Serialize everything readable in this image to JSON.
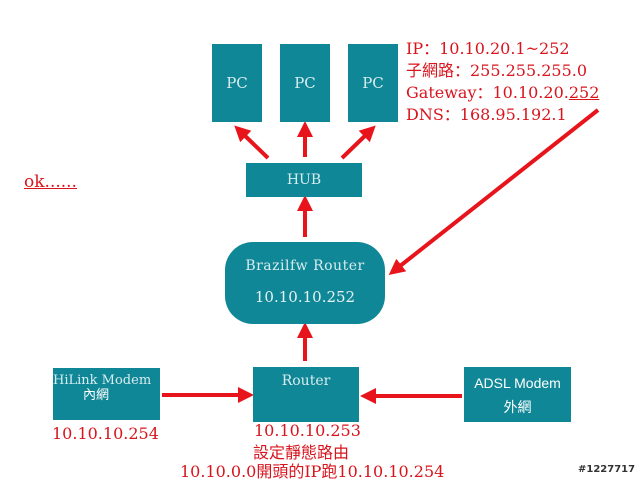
{
  "pcs": [
    "PC",
    "PC",
    "PC"
  ],
  "hub": "HUB",
  "brazil": {
    "line1": "Brazilfw Router",
    "line2": "10.10.10.252"
  },
  "router": "Router",
  "hilink": {
    "line1": "HiLink Modem",
    "line2": "內網"
  },
  "adsl": {
    "line1": "ADSL Modem",
    "line2": "外網"
  },
  "info": {
    "ip": "IP：10.10.20.1~252",
    "subnet": "子網路：255.255.255.0",
    "gateway_prefix": "Gateway：10.10.20.",
    "gateway_suffix": "252",
    "dns": "DNS：168.95.192.1"
  },
  "ok": "ok......",
  "hilink_ip": "10.10.10.254",
  "router_ip": "10.10.10.253",
  "note_line1": "設定靜態路由",
  "note_line2": "10.10.0.0開頭的IP跑10.10.10.254",
  "watermark": "#1227717",
  "colors": {
    "box": "#0f8796",
    "arrow": "#e8141c",
    "text": "#d8141d"
  }
}
